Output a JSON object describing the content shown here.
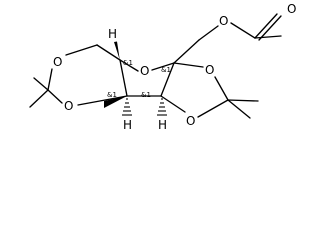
{
  "molecule": {
    "atoms": {
      "o_ester": "O",
      "o_carbonyl": "O",
      "o_ring_furanose": "O",
      "o_dioxane_top": "O",
      "o_dioxane_bottom": "O",
      "o_dioxolane_right": "O",
      "o_dioxolane_bottom": "O",
      "h_top": "H",
      "h_bottom_left": "H",
      "h_bottom_right": "H"
    },
    "stereo_labels": {
      "c_top_left": "&1",
      "c_spiro": "&1",
      "c_left_fusion": "&1",
      "c_right_fusion": "&1"
    }
  }
}
